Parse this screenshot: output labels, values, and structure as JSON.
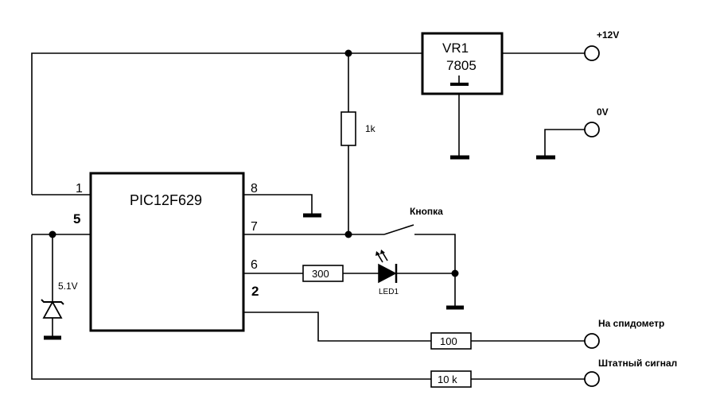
{
  "ic": {
    "name": "PIC12F629",
    "pin1": "1",
    "pin5": "5",
    "pin8": "8",
    "pin7": "7",
    "pin6": "6",
    "pin2": "2"
  },
  "regulator": {
    "ref": "VR1",
    "part": "7805"
  },
  "resistors": {
    "r_pullup": "1k",
    "r_led": "300",
    "r_speedo": "100",
    "r_signal": "10 k"
  },
  "zener": {
    "voltage": "5.1V"
  },
  "led": {
    "ref": "LED1"
  },
  "button": {
    "label": "Кнопка"
  },
  "terminals": {
    "plus12": "+12V",
    "zero": "0V",
    "speedo": "На спидометр",
    "signal": "Штатный сигнал"
  }
}
